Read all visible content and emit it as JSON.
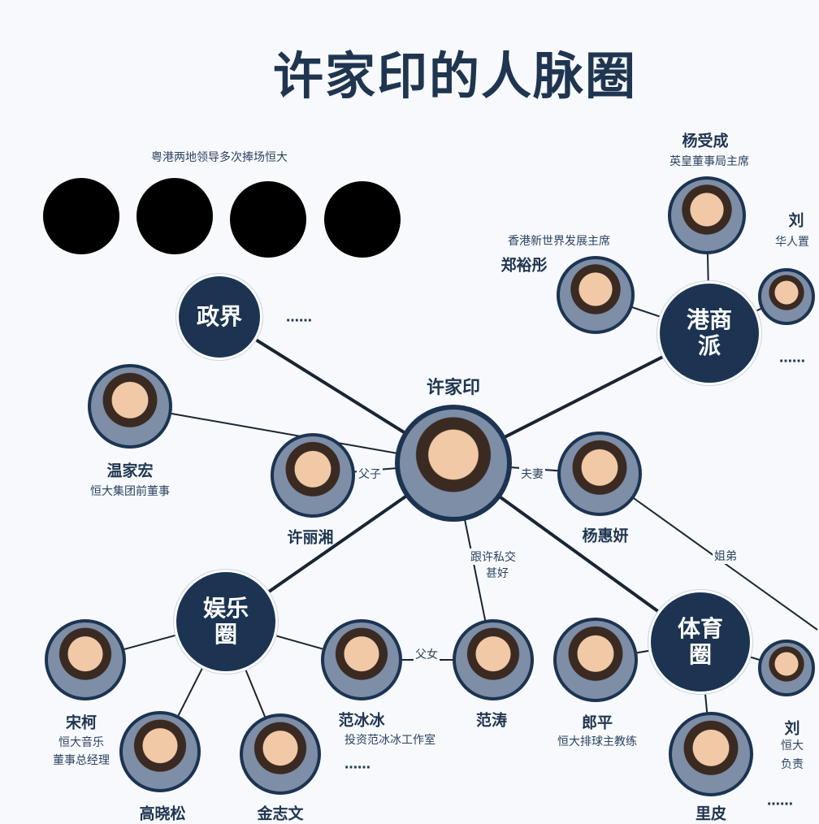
{
  "title": "许家印的人脉圈",
  "gov_caption": "粤港两地领导多次捧场恒大",
  "hubs": {
    "gov": "政界",
    "hk": [
      "港商",
      "派"
    ],
    "ent": [
      "娱乐",
      "圈"
    ],
    "sport": [
      "体育",
      "圈"
    ]
  },
  "ellipsis": "……",
  "center": {
    "name": "许家印"
  },
  "people": {
    "yang_shoucheng": {
      "name": "杨受成",
      "title": "英皇董事局主席"
    },
    "zheng_yutong": {
      "name": "郑裕彤",
      "title": "香港新世界发展主席"
    },
    "liu_hk": {
      "name": "刘",
      "title": "华人置"
    },
    "wen": {
      "name": "温家宏",
      "title": "恒大集团前董事"
    },
    "xu_daughter": {
      "name": "许丽湘"
    },
    "yang_huiyan": {
      "name": "杨惠妍"
    },
    "song_ke": {
      "name": "宋柯",
      "title": [
        "恒大音乐",
        "董事总经理"
      ]
    },
    "gao_xiaosong": {
      "name": "高晓松"
    },
    "jin_zhiwen": {
      "name": "金志文"
    },
    "fan_bingbing": {
      "name": "范冰冰",
      "title": "投资范冰冰工作室"
    },
    "fan_tao": {
      "name": "范涛"
    },
    "lang_ping": {
      "name": "郎平",
      "title": "恒大排球主教练"
    },
    "lippi": {
      "name": "里皮"
    },
    "liu_sport": {
      "name": "刘",
      "title": [
        "恒大",
        "负责"
      ]
    }
  },
  "relations": {
    "father_child": "父子",
    "spouse": "夫妻",
    "close_friend": [
      "跟许私交",
      "甚好"
    ],
    "siblings": "姐弟",
    "father_daughter": "父女"
  },
  "edges": [
    [
      "center",
      "gov"
    ],
    [
      "center",
      "hk"
    ],
    [
      "center",
      "wen"
    ],
    [
      "center",
      "xu_daughter"
    ],
    [
      "center",
      "yang_huiyan"
    ],
    [
      "center",
      "ent"
    ],
    [
      "center",
      "fan_tao"
    ],
    [
      "center",
      "sport"
    ],
    [
      "yang_huiyan",
      "edge_right"
    ],
    [
      "hk",
      "yang_shoucheng"
    ],
    [
      "hk",
      "zheng_yutong"
    ],
    [
      "hk",
      "liu_hk"
    ],
    [
      "ent",
      "song_ke"
    ],
    [
      "ent",
      "gao_xiaosong"
    ],
    [
      "ent",
      "jin_zhiwen"
    ],
    [
      "ent",
      "fan_bingbing"
    ],
    [
      "fan_bingbing",
      "fan_tao"
    ],
    [
      "sport",
      "lang_ping"
    ],
    [
      "sport",
      "lippi"
    ],
    [
      "sport",
      "liu_sport"
    ]
  ],
  "colors": {
    "navy": "#1c3452",
    "background": "#f7f9fc"
  }
}
